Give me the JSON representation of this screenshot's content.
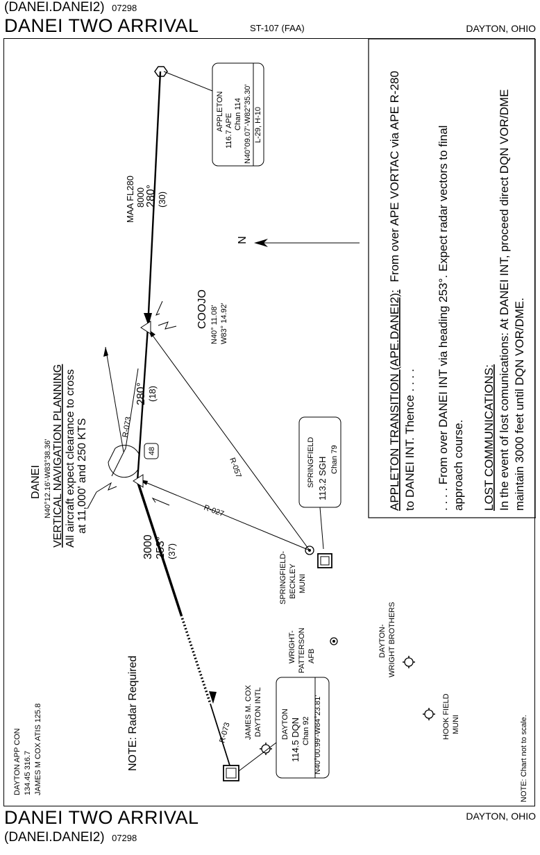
{
  "header": {
    "computer_code": "(DANEI.DANEI2)",
    "amendment": "07298",
    "title": "DANEI TWO ARRIVAL",
    "source": "ST-107 (FAA)",
    "location": "DAYTON, OHIO"
  },
  "footer": {
    "title": "DANEI TWO ARRIVAL",
    "location": "DAYTON, OHIO",
    "computer_code": "(DANEI.DANEI2)",
    "amendment": "07298"
  },
  "chart": {
    "frequencies": {
      "line1": "DAYTON APP CON",
      "line2": "134.45  316.7",
      "line3": "JAMES M COX ATIS 125.8"
    },
    "note_radar": "NOTE:  Radar Required",
    "note_scale": "NOTE:  Chart not to scale.",
    "north_label": "N",
    "appleton": {
      "name": "APPLETON",
      "freq_ident": "116.7  APE",
      "channel": "Chan 114",
      "coords": "N40°09.07'-W82°35.30'",
      "charts": "L-29, H-10"
    },
    "leg_appleton": {
      "maa": "MAA FL280",
      "altitude": "8000",
      "course": "280°",
      "distance": "(30)"
    },
    "coojo": {
      "name": "COOJO",
      "lat": "N40° 11.08'",
      "lon": "W83° 14.92'"
    },
    "leg_coojo": {
      "course": "280°",
      "distance": "(18)"
    },
    "springfield": {
      "name": "SPRINGFIELD",
      "freq_ident": "113.2  SGH",
      "channel": "Chan 79",
      "radial_057": "R-057",
      "radial_027": "R-027"
    },
    "holding": {
      "radial": "R-073",
      "leg_time": "48"
    },
    "danei": {
      "name": "DANEI",
      "coords": "N40°12.16'-W83°38.36'",
      "vnav_title": "VERTICAL NAVIGATION PLANNING",
      "vnav_line1": "All aircraft expect clearance to cross",
      "vnav_line2": "at 11,000' and 250 KTS"
    },
    "leg_danei": {
      "altitude": "3000",
      "course": "253°",
      "distance": "(37)",
      "radial": "R-073"
    },
    "dayton": {
      "name": "DAYTON",
      "freq_ident": "114.5  DQN",
      "channel": "Chan 92",
      "coords": "N40°00.99'-W84°23.81'"
    },
    "airports": {
      "cox_line1": "JAMES M. COX",
      "cox_line2": "DAYTON INTL",
      "wp_line1": "WRIGHT-",
      "wp_line2": "PATTERSON",
      "wp_line3": "AFB",
      "sb_line1": "SPRINGFIELD-",
      "sb_line2": "BECKLEY",
      "sb_line3": "MUNI",
      "wb_line1": "DAYTON-",
      "wb_line2": "WRIGHT BROTHERS",
      "hf_line1": "HOOK FIELD",
      "hf_line2": "MUNI"
    },
    "text_panel": {
      "transition_title": "APPLETON TRANSITION (APE.DANEI2):",
      "transition_rest": "From over APE VORTAC via APE R-280",
      "transition_line2": "to DANEI INT.  Thence . . . .",
      "body_line1": ". . . . From over DANEI INT via heading 253°.  Expect radar vectors to final",
      "body_line2": "approach course.",
      "lost_title": "LOST COMMUNICATIONS:",
      "lost_line1": "In the event of lost comunications:  At DANEI INT, proceed direct DQN VOR/DME",
      "lost_line2": "maintain 3000 feet until DQN VOR/DME."
    }
  }
}
